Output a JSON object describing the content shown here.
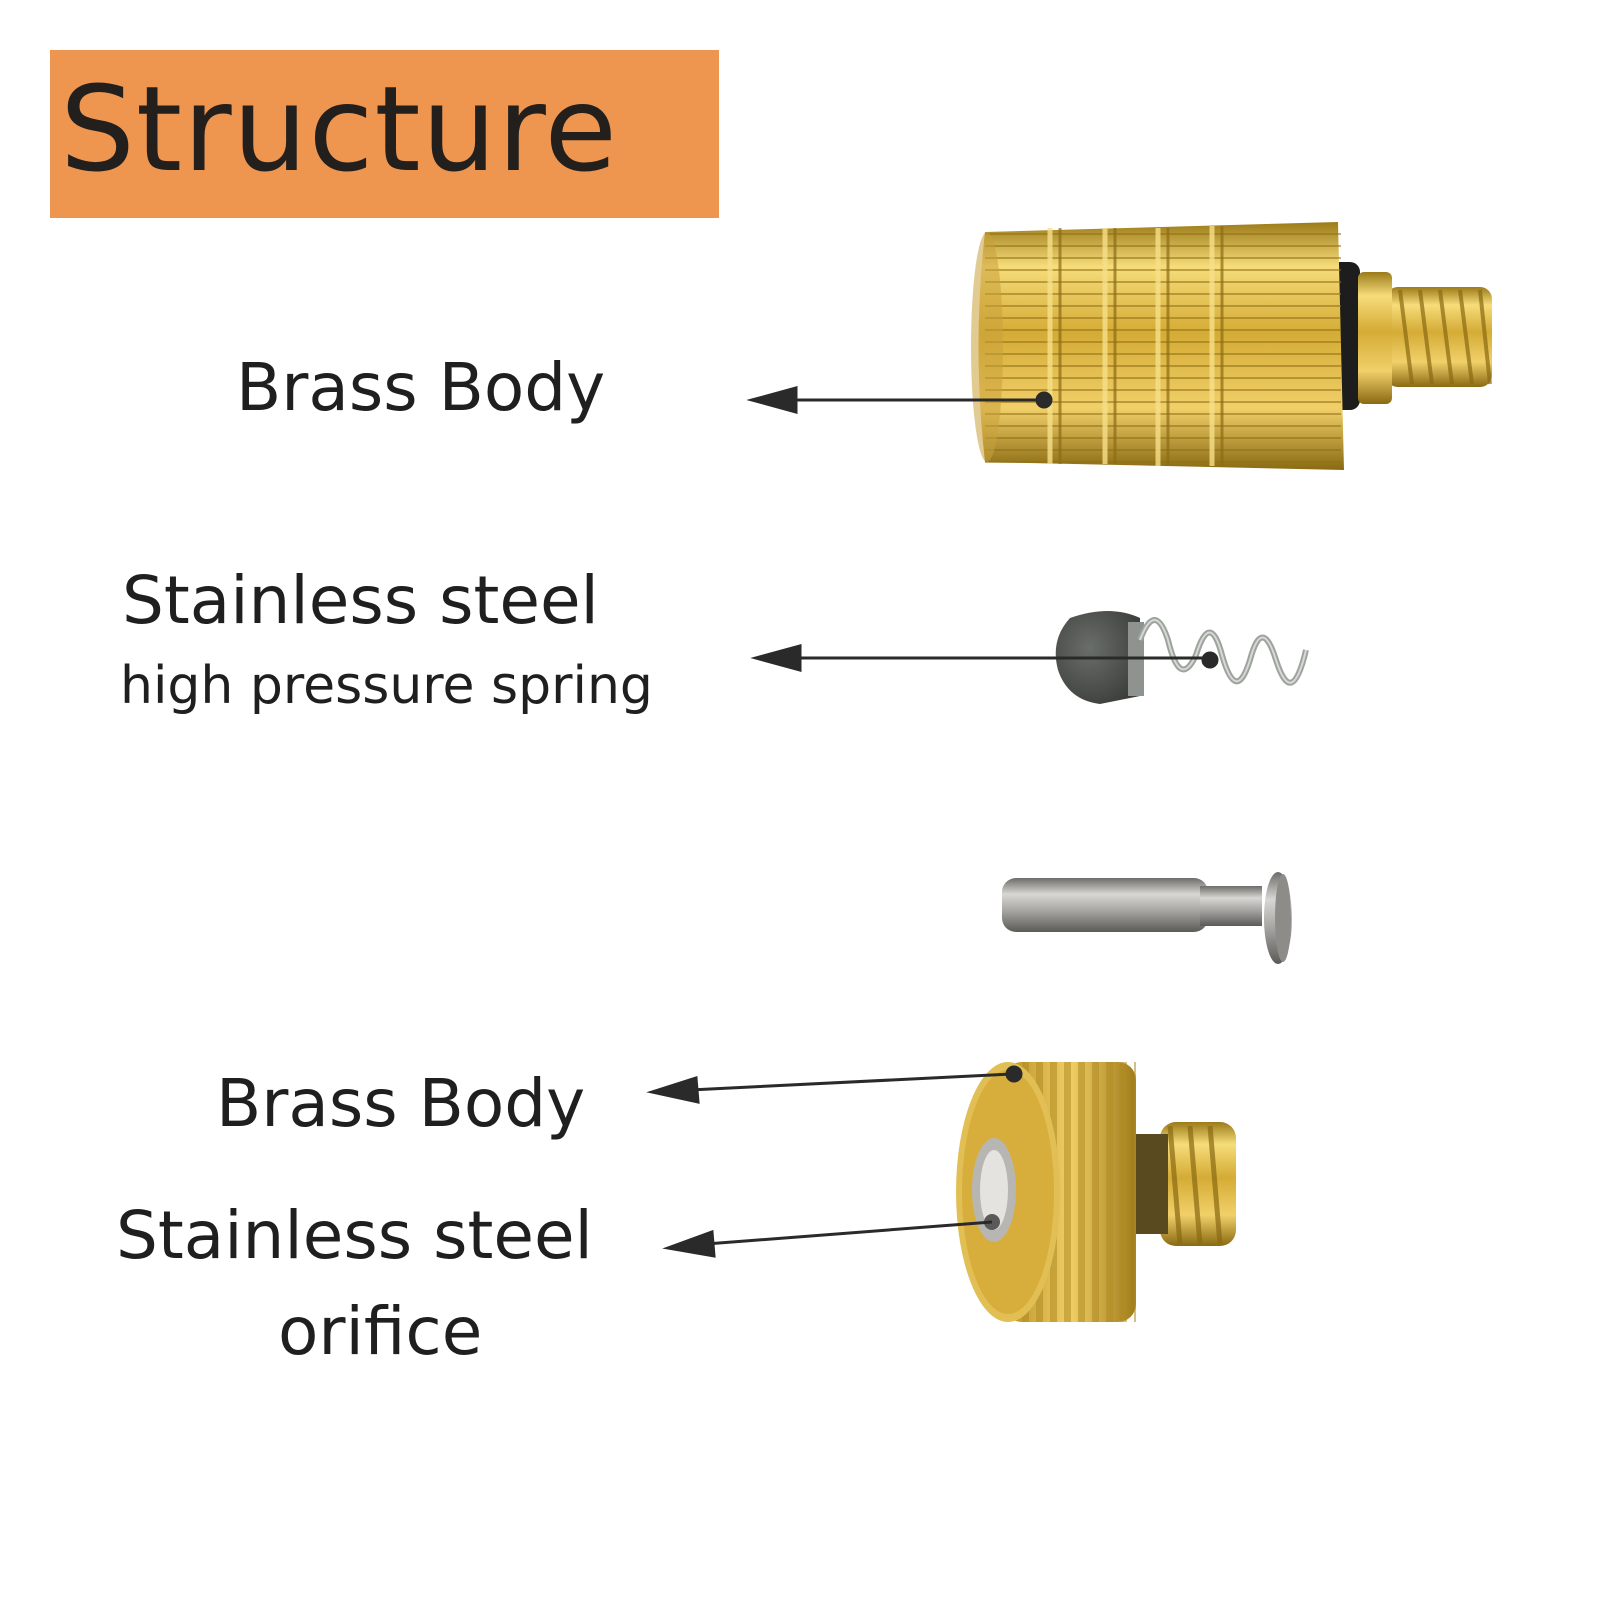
{
  "title": "Structure",
  "colors": {
    "banner": "#ee9550",
    "text": "#1f1f1f",
    "brass": "#d9b23a",
    "steel": "#a8a6a2"
  },
  "labels": {
    "top_body": "Brass Body",
    "spring_line1": "Stainless steel",
    "spring_line2": "high pressure spring",
    "nozzle_body": "Brass Body",
    "orifice_line1": "Stainless steel",
    "orifice_line2": "orifice"
  }
}
